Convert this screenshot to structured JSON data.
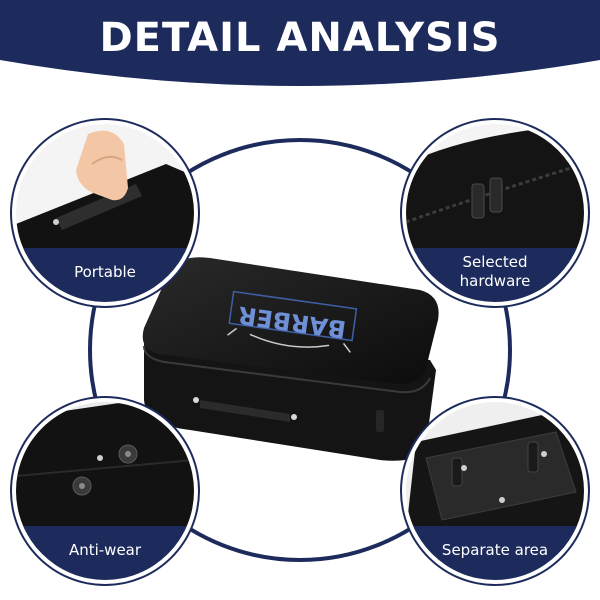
{
  "banner": {
    "title": "DETAIL ANALYSIS",
    "color": "#1d2b5c"
  },
  "features": [
    {
      "label_lines": [
        "Portable"
      ],
      "icon": "hand-holding-handle"
    },
    {
      "label_lines": [
        "Selected",
        "hardware"
      ],
      "icon": "zipper-pulls"
    },
    {
      "label_lines": [
        "Anti-wear"
      ],
      "icon": "metal-feet"
    },
    {
      "label_lines": [
        "Separate area"
      ],
      "icon": "interior-straps"
    }
  ],
  "product": {
    "logo_text": "BARBER",
    "color": "#111111",
    "accent": "#3f5fa6"
  }
}
